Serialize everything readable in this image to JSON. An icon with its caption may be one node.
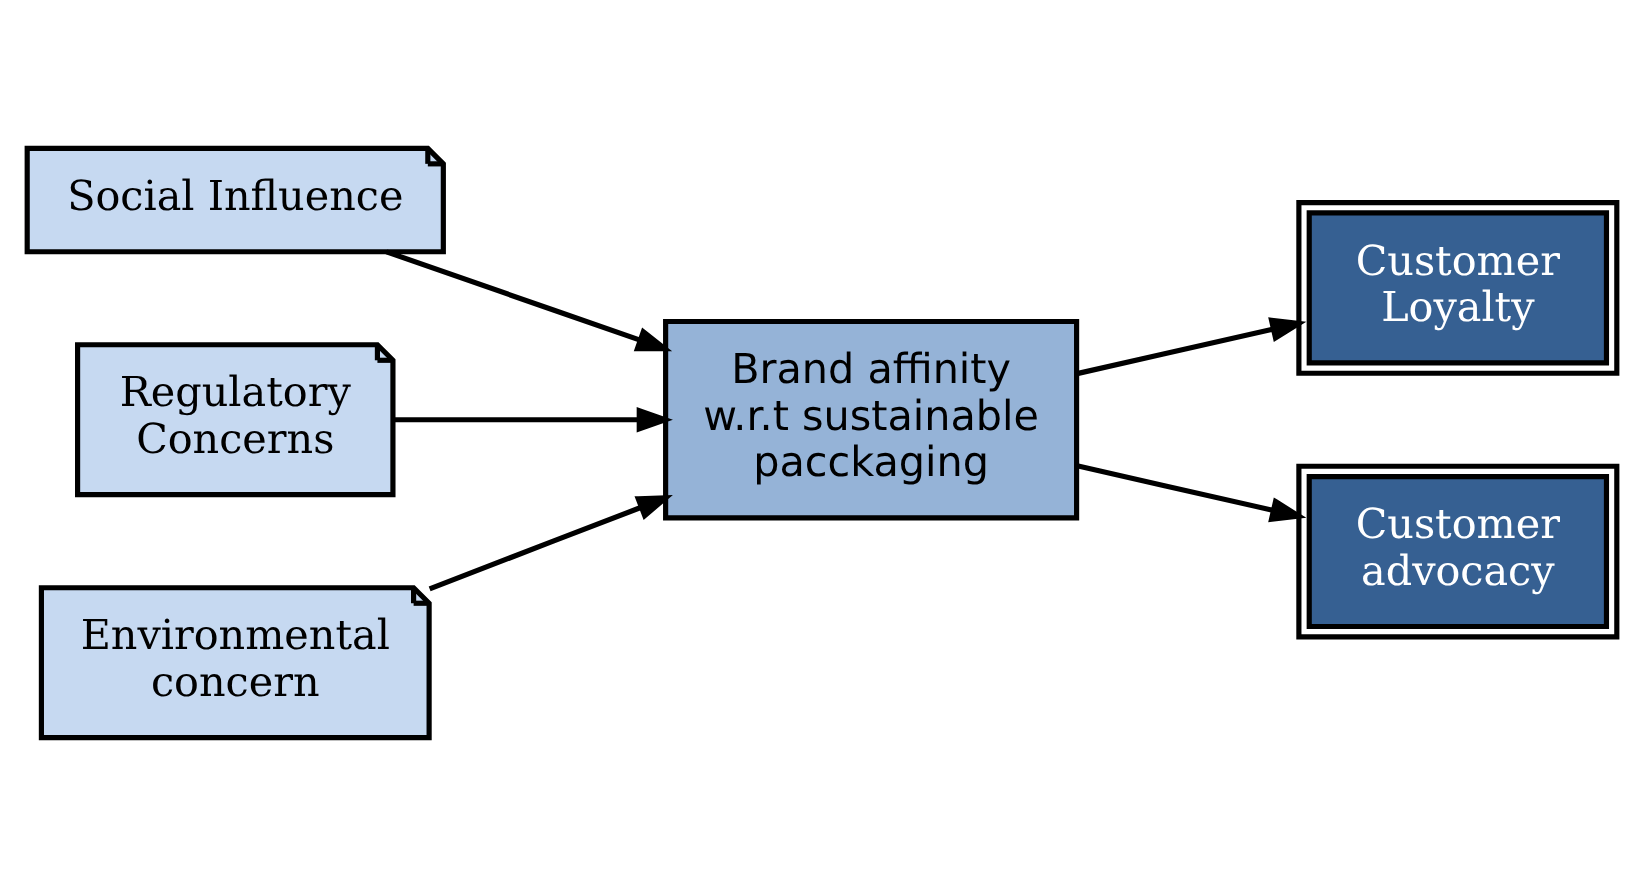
{
  "diagram": {
    "nodes": [
      {
        "text": [
          "Social Influence"
        ]
      },
      {
        "text": [
          "Regulatory Concerns"
        ]
      },
      {
        "text": [
          "Environmental concern"
        ]
      },
      {
        "text": [
          "Brand affinity w.r.t sustainable pacckaging"
        ]
      },
      {
        "text": [
          "Customer Loyalty"
        ]
      },
      {
        "text": [
          "Customer advocacy"
        ]
      }
    ],
    "edges": [
      {
        "from": 0,
        "to": 3,
        "arrow": "to"
      },
      {
        "from": 1,
        "to": 3,
        "arrow": "to"
      },
      {
        "from": 2,
        "to": 3,
        "arrow": "to"
      },
      {
        "from": 3,
        "to": 4,
        "arrow": "to"
      },
      {
        "from": 3,
        "to": 5,
        "arrow": "to"
      }
    ]
  }
}
